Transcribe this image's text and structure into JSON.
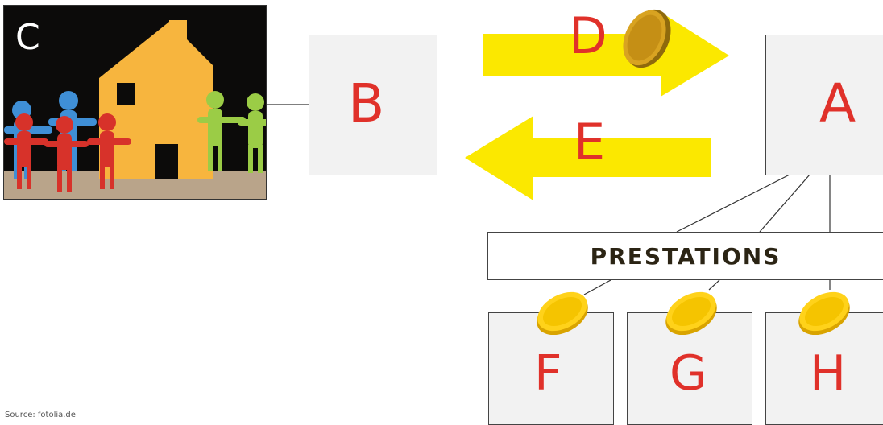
{
  "photo": {
    "letter": "C",
    "icon": "people-house-photo"
  },
  "boxes": {
    "b": "B",
    "a": "A",
    "f": "F",
    "g": "G",
    "h": "H"
  },
  "arrows": {
    "right_label": "D",
    "left_label": "E",
    "color": "#fbe800"
  },
  "prestations": "PRESTATIONS",
  "source": "Source: fotolia.de",
  "colors": {
    "letters": "#e0312a",
    "box_fill": "#f2f2f2",
    "coin": "#f2c200"
  }
}
